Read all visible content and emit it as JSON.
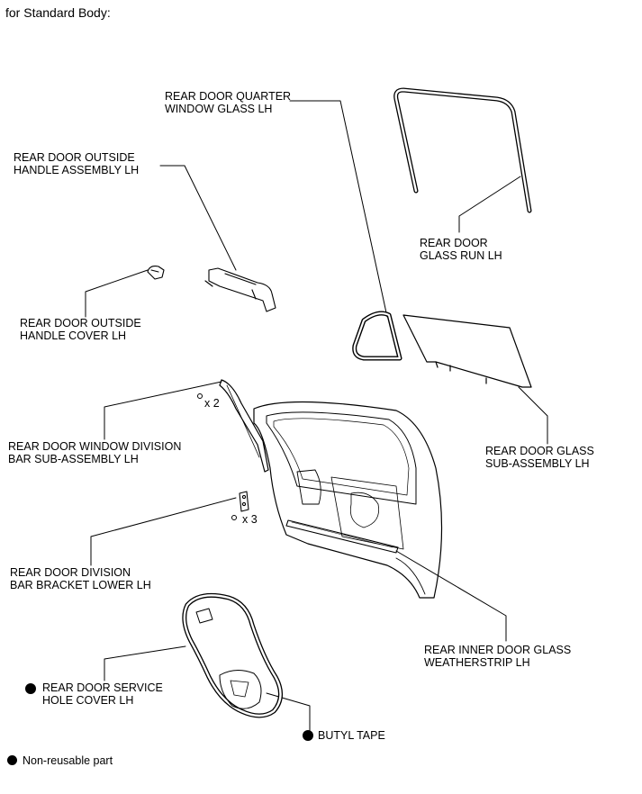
{
  "header": "for Standard Body:",
  "labels": {
    "quarter_glass": [
      "REAR DOOR QUARTER",
      "WINDOW GLASS LH"
    ],
    "outside_handle": [
      "REAR DOOR OUTSIDE",
      "HANDLE ASSEMBLY LH"
    ],
    "glass_run": [
      "REAR DOOR",
      "GLASS RUN LH"
    ],
    "handle_cover": [
      "REAR DOOR OUTSIDE",
      "HANDLE COVER LH"
    ],
    "division_bar": [
      "REAR DOOR WINDOW DIVISION",
      "BAR SUB-ASSEMBLY LH"
    ],
    "glass_sub": [
      "REAR DOOR GLASS",
      "SUB-ASSEMBLY LH"
    ],
    "bracket_lower": [
      "REAR DOOR DIVISION",
      "BAR BRACKET LOWER LH"
    ],
    "weatherstrip": [
      "REAR INNER DOOR GLASS",
      "WEATHERSTRIP LH"
    ],
    "service_cover": [
      "REAR DOOR SERVICE",
      "HOLE COVER LH"
    ],
    "butyl_tape": [
      "BUTYL TAPE"
    ]
  },
  "quantities": {
    "division_bar_screws": "x 2",
    "bracket_bolts": "x 3"
  },
  "legend": "Non-reusable part"
}
